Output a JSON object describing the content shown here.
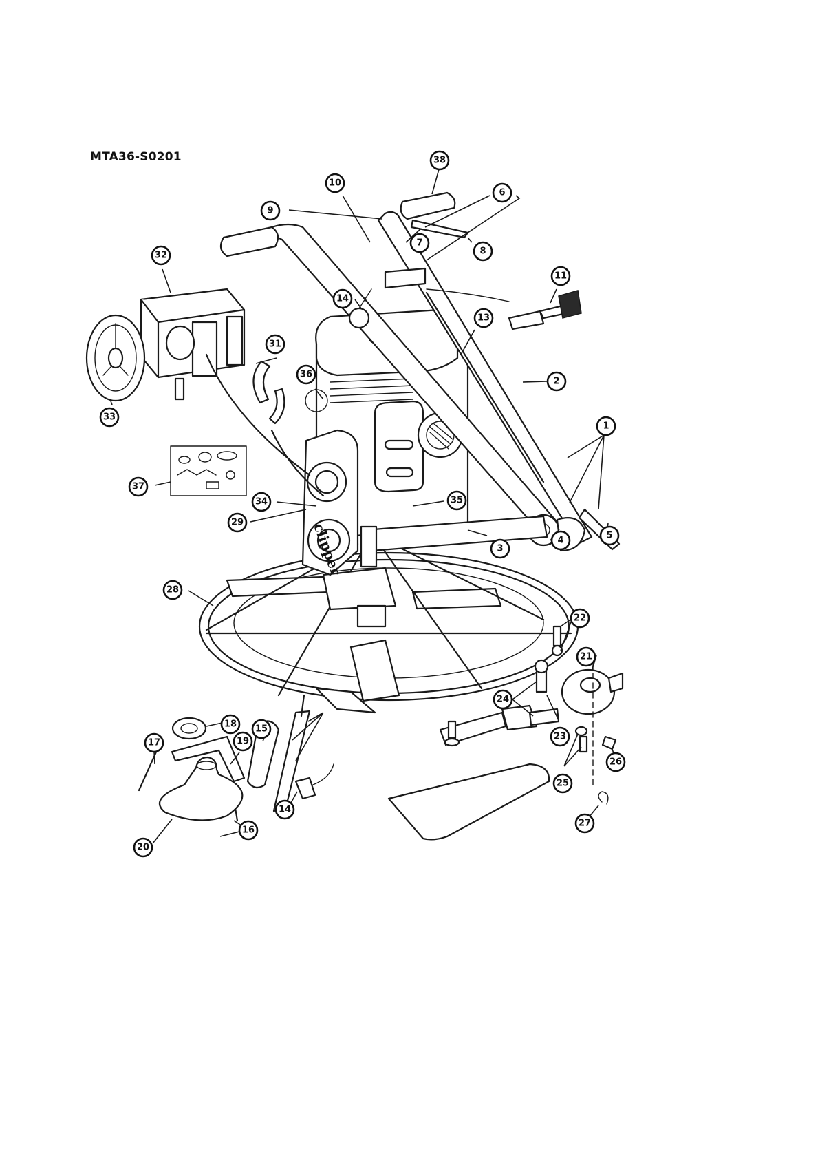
{
  "title": "MTA36-S0201",
  "brand_mark": "clipper",
  "callouts": [
    {
      "id": "c38",
      "label": "38"
    },
    {
      "id": "c10",
      "label": "10"
    },
    {
      "id": "c6",
      "label": "6"
    },
    {
      "id": "c9",
      "label": "9"
    },
    {
      "id": "c7",
      "label": "7"
    },
    {
      "id": "c8",
      "label": "8"
    },
    {
      "id": "c32",
      "label": "32"
    },
    {
      "id": "c11",
      "label": "11"
    },
    {
      "id": "c14a",
      "label": "14"
    },
    {
      "id": "c13",
      "label": "13"
    },
    {
      "id": "c31",
      "label": "31"
    },
    {
      "id": "c36",
      "label": "36"
    },
    {
      "id": "c2",
      "label": "2"
    },
    {
      "id": "c33",
      "label": "33"
    },
    {
      "id": "c1",
      "label": "1"
    },
    {
      "id": "c37",
      "label": "37"
    },
    {
      "id": "c35",
      "label": "35"
    },
    {
      "id": "c34",
      "label": "34"
    },
    {
      "id": "c29",
      "label": "29"
    },
    {
      "id": "c5",
      "label": "5"
    },
    {
      "id": "c4",
      "label": "4"
    },
    {
      "id": "c3",
      "label": "3"
    },
    {
      "id": "c28",
      "label": "28"
    },
    {
      "id": "c22",
      "label": "22"
    },
    {
      "id": "c21",
      "label": "21"
    },
    {
      "id": "c24",
      "label": "24"
    },
    {
      "id": "c18",
      "label": "18"
    },
    {
      "id": "c15",
      "label": "15"
    },
    {
      "id": "c23",
      "label": "23"
    },
    {
      "id": "c17",
      "label": "17"
    },
    {
      "id": "c19",
      "label": "19"
    },
    {
      "id": "c26",
      "label": "26"
    },
    {
      "id": "c25",
      "label": "25"
    },
    {
      "id": "c14b",
      "label": "14"
    },
    {
      "id": "c16",
      "label": "16"
    },
    {
      "id": "c27",
      "label": "27"
    },
    {
      "id": "c20",
      "label": "20"
    }
  ]
}
